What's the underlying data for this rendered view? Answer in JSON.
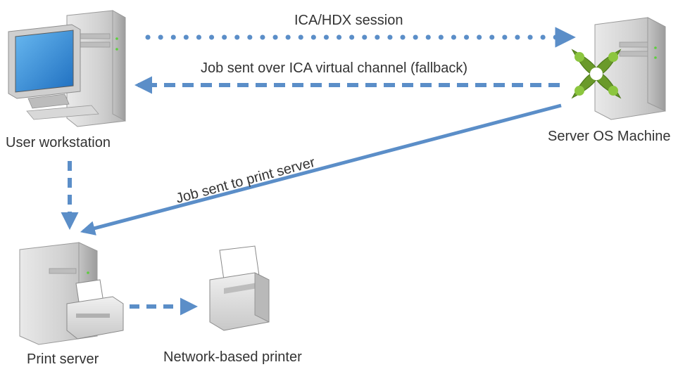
{
  "nodes": {
    "workstation": "User workstation",
    "server": "Server OS Machine",
    "print_server": "Print server",
    "printer": "Network-based printer"
  },
  "edges": {
    "session": "ICA/HDX session",
    "fallback": "Job sent over ICA virtual channel (fallback)",
    "print_job": "Job sent to print server"
  },
  "colors": {
    "arrow": "#5b8ec8",
    "label_text": "#333333",
    "citrix_green": "#6a9a2a"
  },
  "icons": {
    "workstation": "desktop-computer-icon",
    "server": "server-tower-icon",
    "logo": "citrix-logo-icon",
    "print_server": "print-server-icon",
    "printer": "printer-icon"
  }
}
